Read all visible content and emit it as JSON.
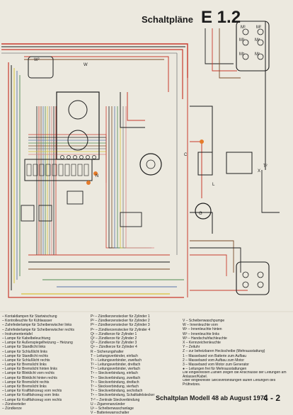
{
  "header": {
    "title": "Schaltpläne",
    "code": "E 1.2"
  },
  "footer": {
    "text": "Schaltplan Modell 48 ab August 1970",
    "page": "4 - 2"
  },
  "component_labels": [
    "W",
    "W²",
    "N",
    "C",
    "L",
    "G",
    "X",
    "M¹",
    "M²",
    "M³",
    "M⁴",
    "M⁵",
    "M⁷",
    "T²"
  ],
  "legend_left": [
    "– Kontaktlampen für Startwischung",
    "– Kontrolleuchte für Kühlwasser",
    "– Zahnfederlampe für Scheibenwischer links",
    "– Zahnfederlampe für Scheibenwischer rechts",
    "– Instrumententafel",
    "– Lampe für Kabelbeleuchtung",
    "– Lampe für Außenspiegelheizung – Heizung",
    "– Lampe für Standlicht links",
    "– Lampe für Schlußlicht links",
    "– Lampe für Standlicht rechts",
    "– Lampe für Schlußlicht rechts",
    "– Lampe für Bremslicht links",
    "– Lampe für Bremslicht hinten links",
    "– Lampe für Blinklicht vorn rechts",
    "– Lampe für Blinklicht hinten rechts",
    "– Lampe für Bremslicht rechts",
    "– Lampe für Bremslicht links",
    "– Lampe für Kraftfahrzeug vorn rechts",
    "– Lampe für Kraftfahrzeug vorn links",
    "– Lampe für Kraftfahrzeug vorn rechts",
    "– Zündverteiler",
    "– Zündkerze"
  ],
  "legend_middle": [
    "P¹ – Zündkerzenstecker für Zylinder 1",
    "P² – Zündkerzenstecker für Zylinder 2",
    "P³ – Zündkerzenstecker für Zylinder 3",
    "P⁴ – Zündkerzenstecker für Zylinder 4",
    "Q¹ – Zündkerze für Zylinder 1",
    "Q² – Zündkerze für Zylinder 2",
    "Q³ – Zündkerze für Zylinder 3",
    "Q⁴ – Zündkerze für Zylinder 4",
    "R – Sicherungshalter",
    "T – Leitungsverbinder, einfach",
    "T¹ – Leitungsverbinder, zweifach",
    "T² – Leitungsverbinder, dreifach",
    "T³ – Leitungsverbinder, vierfach",
    "T⁴ – Steckverbindung, einfach",
    "T⁵ – Steckverbindung, zweifach",
    "T⁶ – Steckverbindung, dreifach",
    "T⁷ – Steckverbindung, vierfach",
    "T⁸ – Steckverbindung, sechsfach",
    "T⁹ – Steckverbindung, Schalttafelstecker",
    "T¹⁰ – Zentrale Steckverbindung",
    "U – Zigarrenanzünder",
    "U¹ – Scheibenwaschanlage",
    "V – Batteriewarnschalter"
  ],
  "legend_right": [
    "V – Scheibenwaschpumpe",
    "W – Innenleuchte vorn",
    "W¹ – Innenleuchte hinten",
    "W² – Innenleuchte links",
    "W³ – Handschuhfachleuchte",
    "X – Kennzeichenleuchte",
    "Y – Zeituhr",
    "Z – zur beheizbaren Heckscheibe (Mehrausstattung)",
    "1 – Masseband von Batterie zum Aufbau",
    "2 – Masseband vom Aufbau zum Motor",
    "3 – Masseband vom Motor zum Generator",
    "● – Leitungen frei für Mehrausstattungen",
    "Die eingekreisten Zahlen zeigen die Anschlüsse der Leitungen am Anlasser/Kabel.",
    "Über eingekreiste Steckverbindungen laufen Leitungen des Prüfnetzes."
  ],
  "colors": {
    "paper": "#ece9df",
    "red": "#c83a2e",
    "black": "#1d1d1d",
    "brown": "#7a4b2a",
    "yellow": "#d8c23a",
    "blue": "#5872a8",
    "green": "#4f8a50",
    "grey": "#7b7b7b",
    "pink": "#d98080",
    "orange": "#e57b2a"
  }
}
